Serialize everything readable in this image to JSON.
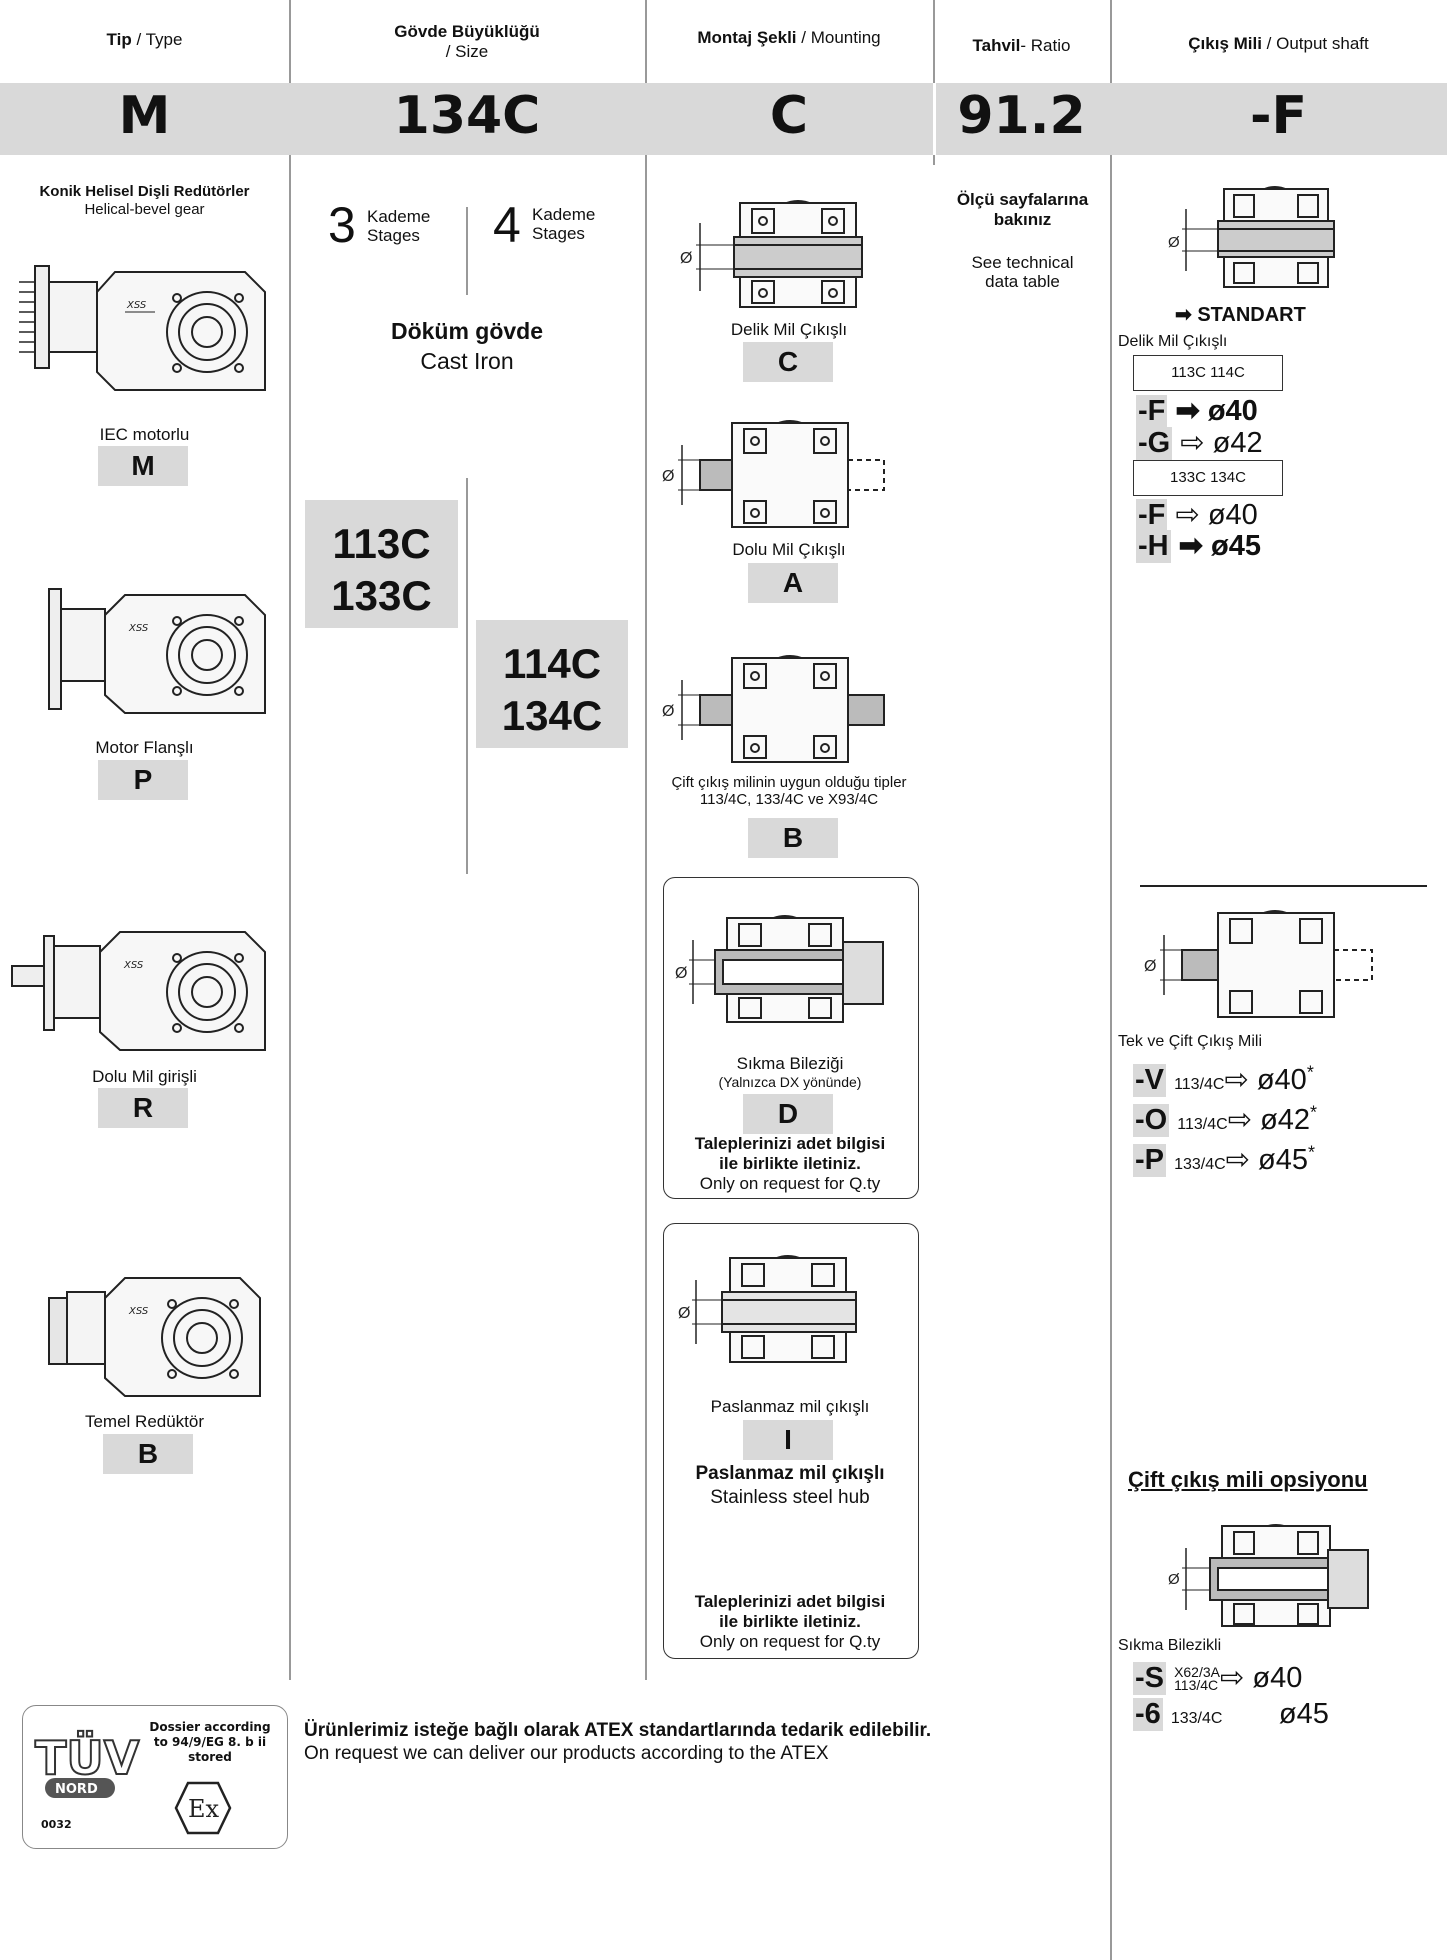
{
  "header": {
    "type_tr": "Tip",
    "type_en": " / Type",
    "size_tr": "Gövde Büyüklüğü",
    "size_en": "/ Size",
    "mount_tr": "Montaj Şekli",
    "mount_en": " / Mounting",
    "ratio_tr": "Tahvil",
    "ratio_en": "- Ratio",
    "shaft_tr": "Çıkış Mili",
    "shaft_en": " / Output shaft"
  },
  "codes": {
    "type": "M",
    "size": "134C",
    "mount": "C",
    "ratio": "91.2",
    "shaft": "-F"
  },
  "type_col": {
    "title_tr": "Konik Helisel Dişli Redütörler",
    "title_en": "Helical-bevel gear",
    "items": [
      {
        "label": "IEC motorlu",
        "code": "M"
      },
      {
        "label": "Motor Flanşlı",
        "code": "P"
      },
      {
        "label": "Dolu Mil girişli",
        "code": "R"
      },
      {
        "label": "Temel Redüktör",
        "code": "B"
      }
    ],
    "brand": "XSS"
  },
  "size_col": {
    "stage3_num": "3",
    "stage3_tr": "Kademe",
    "stage3_en": "Stages",
    "stage4_num": "4",
    "stage4_tr": "Kademe",
    "stage4_en": "Stages",
    "material_tr": "Döküm gövde",
    "material_en": "Cast Iron",
    "box3_a": "113C",
    "box3_b": "133C",
    "box4_a": "114C",
    "box4_b": "134C"
  },
  "mount_col": {
    "items": [
      {
        "label": "Delik Mil Çıkışlı",
        "code": "C"
      },
      {
        "label": "Dolu Mil Çıkışlı",
        "code": "A"
      },
      {
        "label": "Çift çıkış milinin uygun olduğu tipler",
        "label2": "113/4C, 133/4C ve X93/4C",
        "code": "B"
      },
      {
        "label": "Sıkma Bileziği",
        "label2": "(Yalnızca DX yönünde)",
        "code": "D",
        "note_tr1": "Taleplerinizi adet bilgisi",
        "note_tr2": "ile birlikte iletiniz.",
        "note_en": "Only on request for Q.ty"
      },
      {
        "label": "Paslanmaz mil çıkışlı",
        "code": "I",
        "title_tr": "Paslanmaz mil çıkışlı",
        "title_en": "Stainless steel hub",
        "note_tr1": "Taleplerinizi adet bilgisi",
        "note_tr2": "ile birlikte iletiniz.",
        "note_en": "Only on request for Q.ty"
      }
    ],
    "dim_symbol": "Ø"
  },
  "ratio_col": {
    "tr1": "Ölçü sayfalarına",
    "tr2": "bakınız",
    "en1": "See technical",
    "en2": "data table"
  },
  "shaft_col": {
    "standart": "STANDART",
    "hollow_label": "Delik Mil Çıkışlı",
    "group1_sizes": "113C  114C",
    "group1": [
      {
        "key": "-F",
        "dia": "ø40",
        "std": true
      },
      {
        "key": "-G",
        "dia": "ø42",
        "std": false
      }
    ],
    "group2_sizes": "133C  134C",
    "group2": [
      {
        "key": "-F",
        "dia": "ø40",
        "std": false
      },
      {
        "key": "-H",
        "dia": "ø45",
        "std": true
      }
    ],
    "single_double_label": "Tek ve Çift Çıkış Mili",
    "solid_options": [
      {
        "key": "-V",
        "size": "113/4C",
        "dia": "ø40",
        "star": "*"
      },
      {
        "key": "-O",
        "size": "113/4C",
        "dia": "ø42",
        "star": "*"
      },
      {
        "key": "-P",
        "size": "133/4C",
        "dia": "ø45",
        "star": "*"
      }
    ],
    "double_title": "Çift çıkış mili opsiyonu",
    "clamp_label": "Sıkma Bilezikli",
    "clamp_options": [
      {
        "key": "-S",
        "size_a": "X62/3A",
        "size_b": "113/4C",
        "dia": "ø40"
      },
      {
        "key": "-6",
        "size_a": "133/4C",
        "size_b": "",
        "dia": "ø45"
      }
    ]
  },
  "footer": {
    "atex_tr": "Ürünlerimiz isteğe bağlı olarak ATEX standartlarında tedarik edilebilir.",
    "atex_en": "On request we can deliver our products according to the ATEX",
    "cert_text1": "Dossier according",
    "cert_text2": "to 94/9/EG  8. b ii",
    "cert_text3": "stored",
    "cert_logo": "TÜV",
    "cert_nord": "NORD",
    "cert_num": "0032",
    "cert_ex": "Ex"
  }
}
